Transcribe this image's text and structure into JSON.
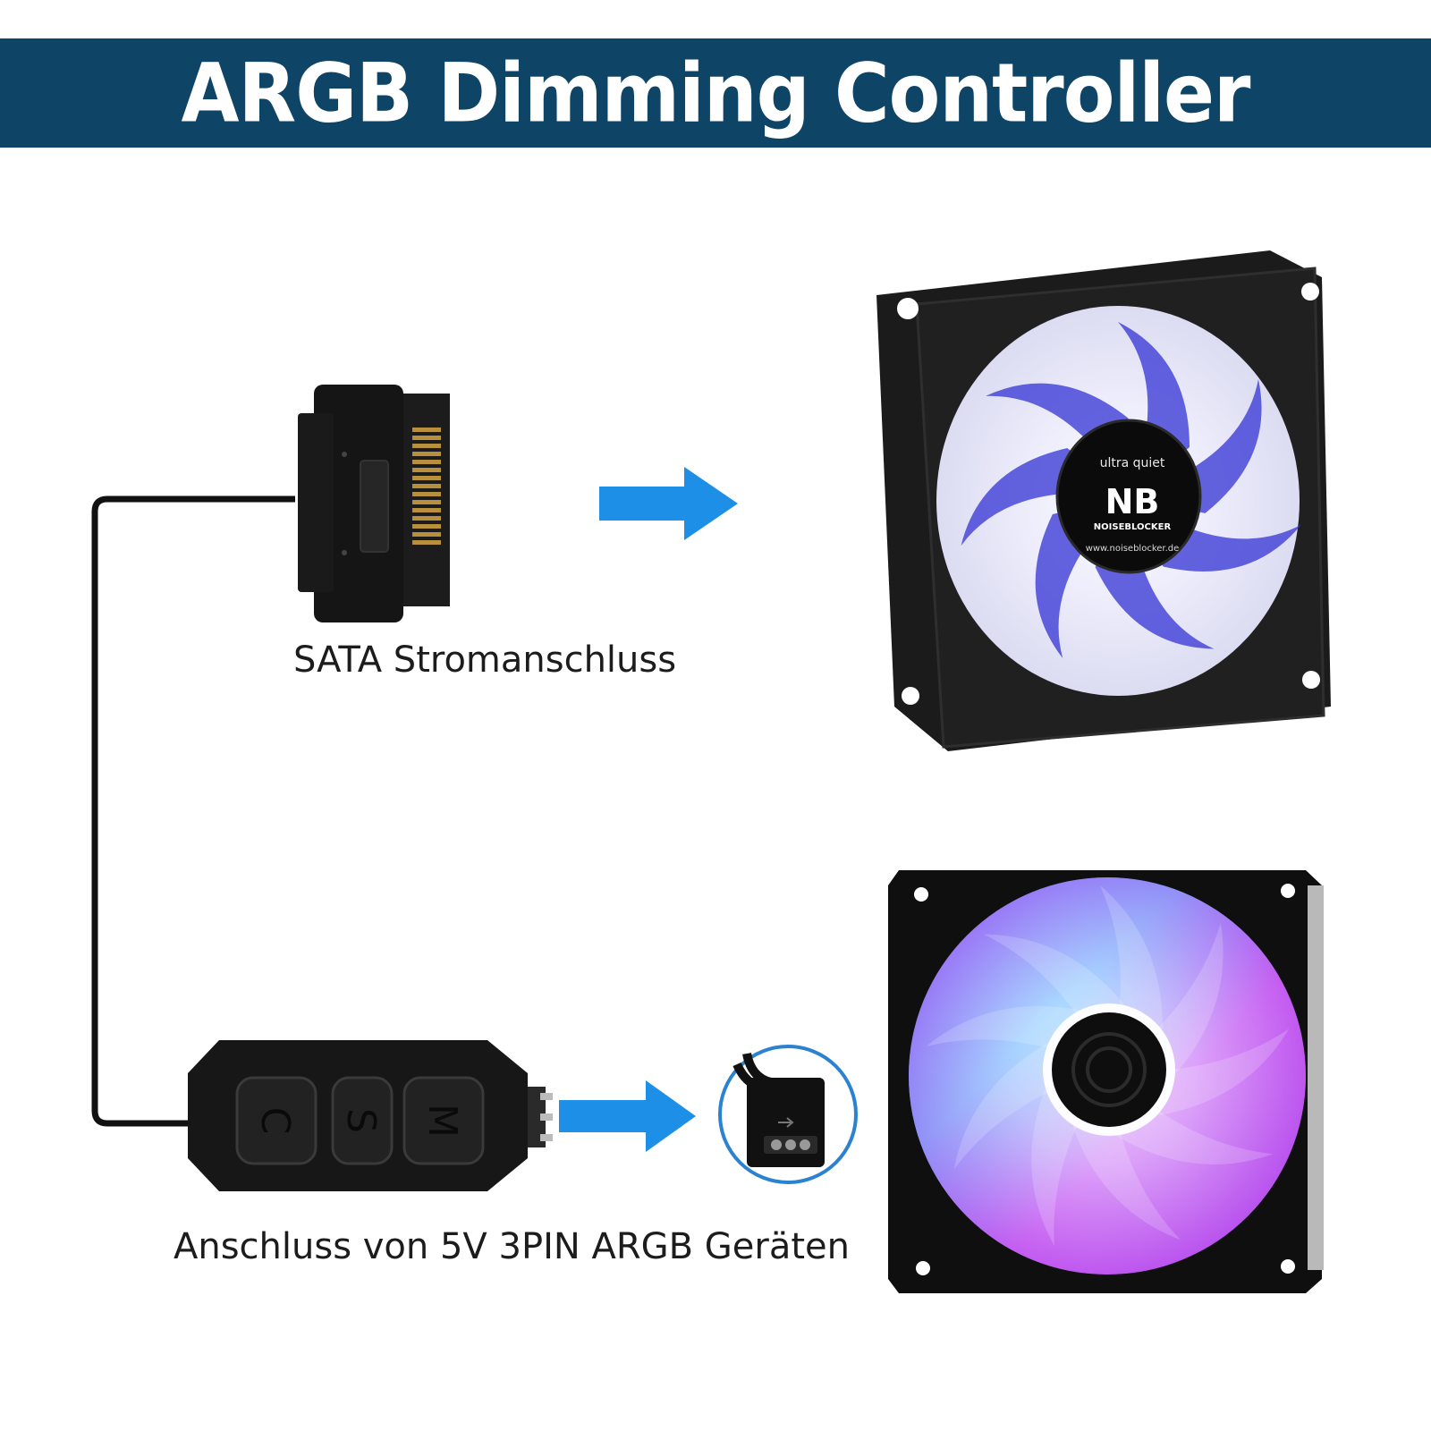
{
  "header": {
    "title": "ARGB Dimming Controller"
  },
  "labels": {
    "sata": "SATA Stromanschluss",
    "argb": "Anschluss von 5V 3PIN ARGB Geräten"
  },
  "controller": {
    "buttons": [
      "C",
      "S",
      "M"
    ]
  },
  "blue_fan": {
    "hub_text_top": "ultra quiet",
    "hub_logo": "NB",
    "hub_brand": "NOISEBLOCKER",
    "hub_url": "www.noiseblocker.de"
  },
  "colors": {
    "banner": "#0e4466",
    "arrow": "#1e8fe6",
    "blue_blades": "#3a3ad6",
    "connector": "#151515"
  },
  "icons": [
    "sata-connector-icon",
    "arrow-right-icon",
    "blue-led-fan-icon",
    "argb-controller-icon",
    "argb-3pin-connector-icon",
    "rgb-fan-icon"
  ]
}
